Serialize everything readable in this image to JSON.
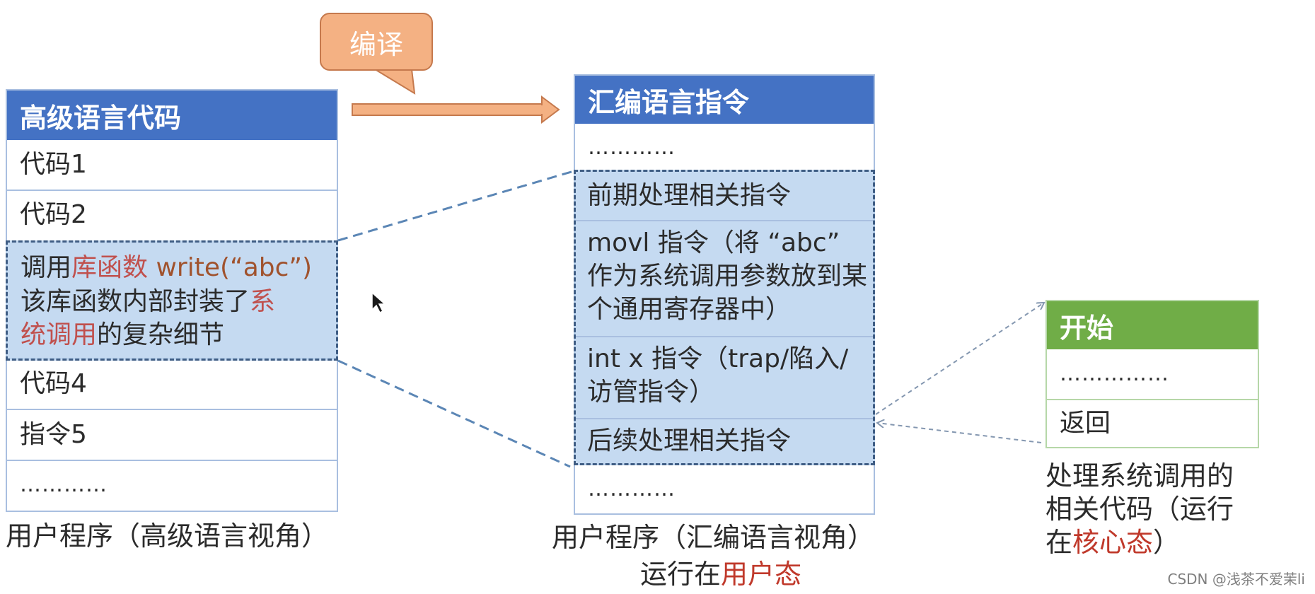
{
  "compile_label": "编译",
  "hll_panel": {
    "header": "高级语言代码",
    "rows": [
      "代码1",
      "代码2"
    ],
    "highlight": {
      "line1_a": "调用",
      "line1_b": "库函数",
      "line1_c": "write(“abc”)",
      "line2_a": "该库函数内部封装了",
      "line2_b": "系",
      "line3_a": "统调用",
      "line3_b": "的复杂细节"
    },
    "rows_after": [
      "代码4",
      "指令5",
      "…………"
    ],
    "caption": "用户程序（高级语言视角）"
  },
  "asm_panel": {
    "header": "汇编语言指令",
    "top_row": "…………",
    "highlight": [
      "前期处理相关指令",
      "movl 指令（将 “abc” 作为系统调用参数放到某个通用寄存器中）",
      "int x 指令（trap/陷入/访管指令）",
      "后续处理相关指令"
    ],
    "bottom_row": "…………",
    "caption_line1": "用户程序（汇编语言视角）",
    "caption_line2_a": "运行在",
    "caption_line2_b": "用户态"
  },
  "kernel_panel": {
    "header": "开始",
    "rows": [
      "……………",
      "返回"
    ],
    "caption_line1": "处理系统调用的",
    "caption_line2": "相关代码（运行",
    "caption_line3_a": "在",
    "caption_line3_b": "核心态",
    "caption_line3_c": "）"
  },
  "colors": {
    "blue_header": "#4472c4",
    "green_header": "#70ad47",
    "highlight_fill": "#bbd3ee",
    "arrow": "#f4b183",
    "red_text": "#c0392b"
  },
  "watermark": "CSDN @浅茶不爱茉li"
}
